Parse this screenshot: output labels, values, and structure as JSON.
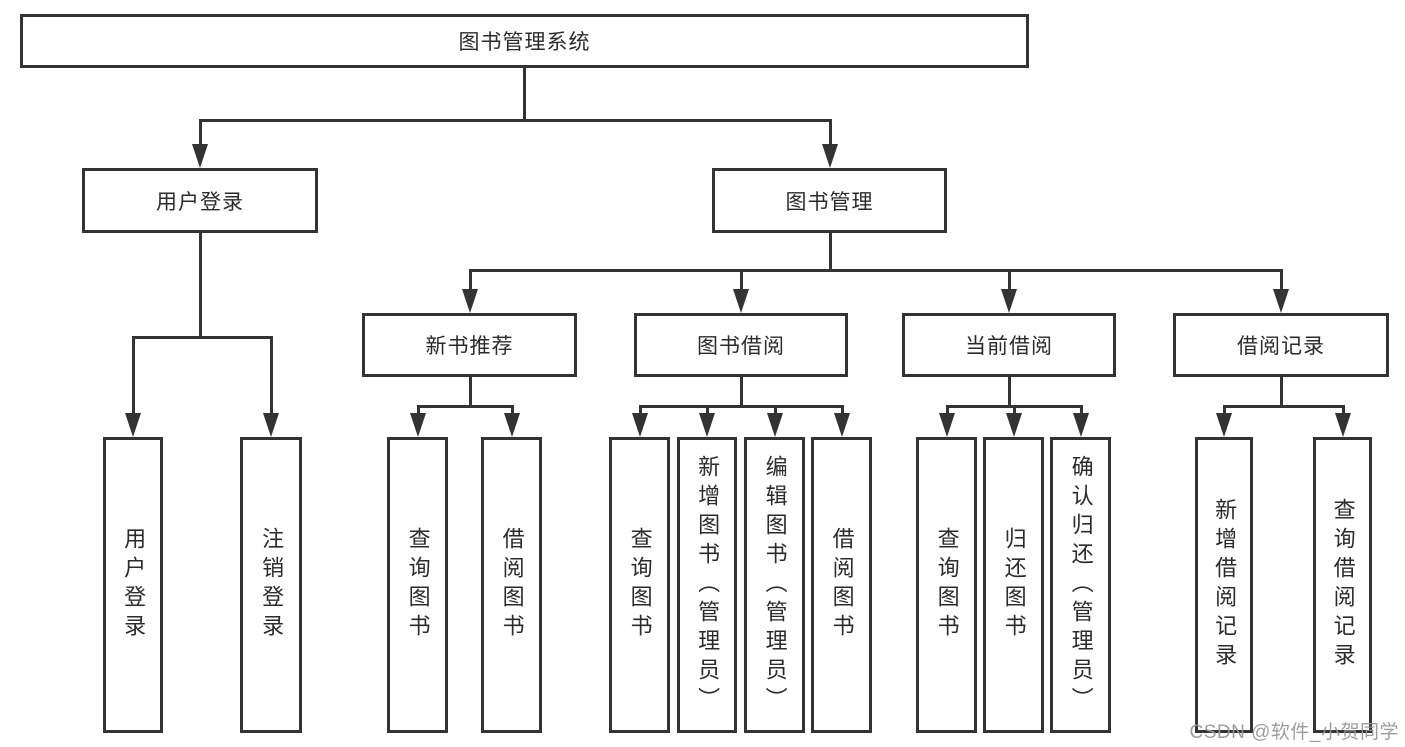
{
  "diagram_title": "图书管理系统",
  "watermark": {
    "text": "CSDN @软件_小贺同学"
  },
  "colors": {
    "line": "#333333",
    "box_border": "#333333",
    "box_fill": "#ffffff",
    "text": "#2b2b2b",
    "watermark": "#969696",
    "background": "#ffffff"
  },
  "tree": {
    "label": "图书管理系统",
    "children": [
      {
        "label": "用户登录",
        "children": [
          {
            "label": "用户登录"
          },
          {
            "label": "注销登录"
          }
        ]
      },
      {
        "label": "图书管理",
        "children": [
          {
            "label": "新书推荐",
            "children": [
              {
                "label": "查询图书"
              },
              {
                "label": "借阅图书"
              }
            ]
          },
          {
            "label": "图书借阅",
            "children": [
              {
                "label": "查询图书"
              },
              {
                "label": "新增图书（管理员）"
              },
              {
                "label": "编辑图书（管理员）"
              },
              {
                "label": "借阅图书"
              }
            ]
          },
          {
            "label": "当前借阅",
            "children": [
              {
                "label": "查询图书"
              },
              {
                "label": "归还图书"
              },
              {
                "label": "确认归还（管理员）"
              }
            ]
          },
          {
            "label": "借阅记录",
            "children": [
              {
                "label": "新增借阅记录"
              },
              {
                "label": "查询借阅记录"
              }
            ]
          }
        ]
      }
    ]
  }
}
